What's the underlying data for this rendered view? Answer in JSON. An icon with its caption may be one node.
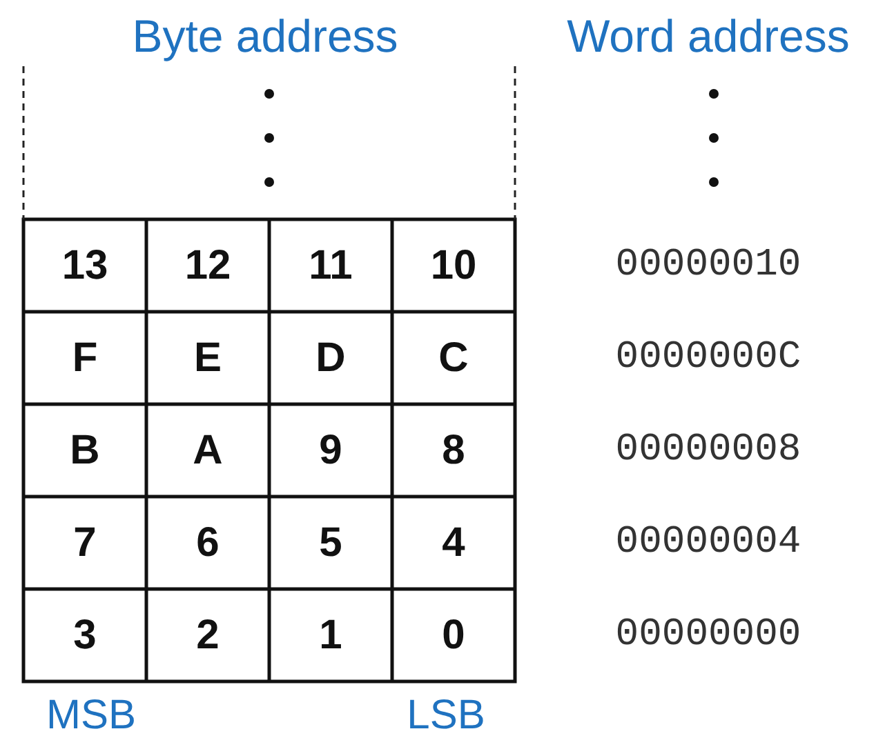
{
  "diagram": {
    "labels": [
      "Byte address",
      "Word address",
      "13",
      "12",
      "11",
      "10",
      "00000010",
      "F",
      "E",
      "D",
      "C",
      "0000000C",
      "B",
      "A",
      "9",
      "8",
      "00000008",
      "7",
      "6",
      "5",
      "4",
      "00000004",
      "3",
      "2",
      "1",
      "0",
      "00000000",
      "MSB",
      "LSB"
    ]
  }
}
